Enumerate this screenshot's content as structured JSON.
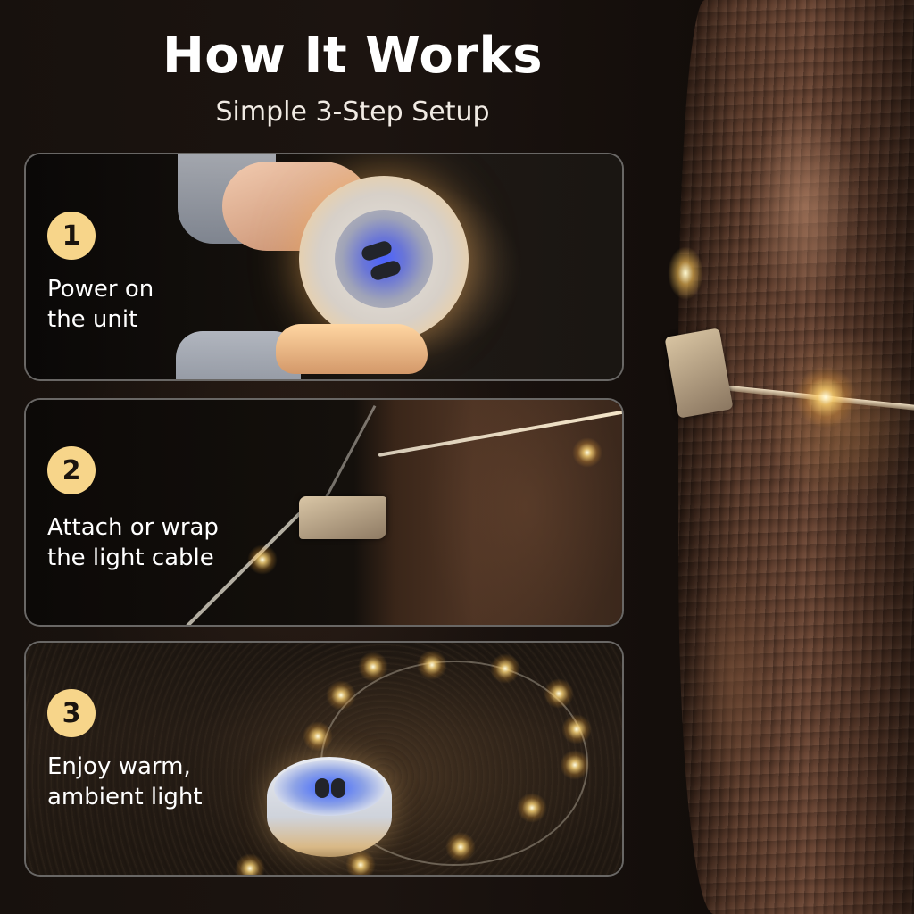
{
  "header": {
    "title": "How It Works",
    "subtitle": "Simple 3-Step Setup"
  },
  "steps": [
    {
      "number": "1",
      "line1": "Power on",
      "line2": "the unit"
    },
    {
      "number": "2",
      "line1": "Attach or wrap",
      "line2": "the light cable"
    },
    {
      "number": "3",
      "line1": "Enjoy warm,",
      "line2": "ambient light"
    }
  ],
  "colors": {
    "badge": "#f7d58a",
    "text": "#ffffff",
    "card_border": "rgba(255,255,255,0.38)"
  }
}
